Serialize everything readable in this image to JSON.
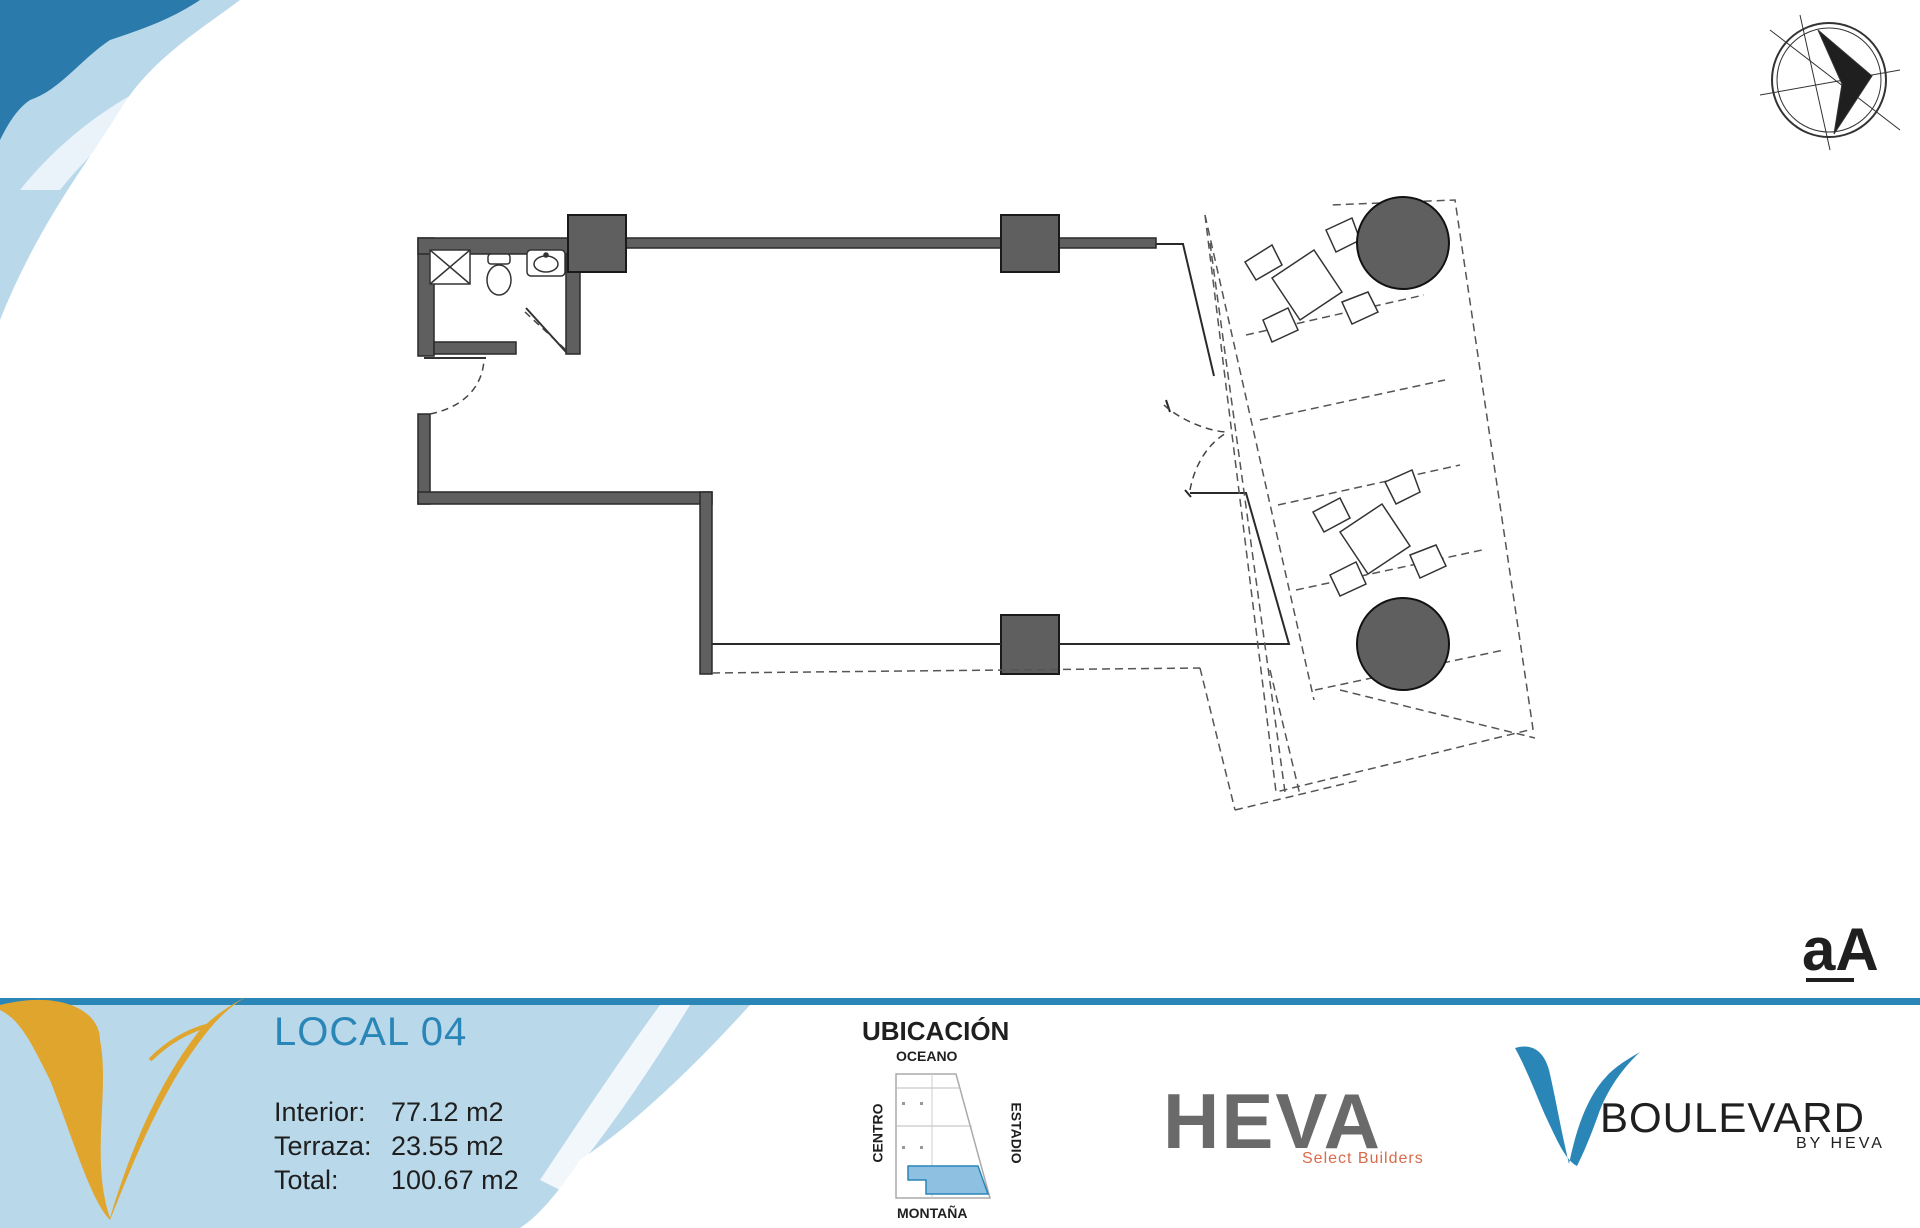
{
  "unit": {
    "title": "LOCAL 04",
    "areas": [
      {
        "label": "Interior:",
        "value": "77.12 m2"
      },
      {
        "label": "Terraza:",
        "value": "23.55 m2"
      },
      {
        "label": "Total:",
        "value": "100.67 m2"
      }
    ]
  },
  "ubicacion": {
    "title": "UBICACIÓN",
    "north": "OCEANO",
    "south": "MONTAÑA",
    "west": "CENTRO",
    "east": "ESTADIO"
  },
  "brands": {
    "heva_word": "HEVA",
    "heva_tagline": "Select Builders",
    "boulevard_word": "BOULEVARD",
    "boulevard_by": "BY HEVA",
    "architect_mark": "aA"
  },
  "colors": {
    "brand_blue": "#2b86b8",
    "light_blue": "#b9d8ea",
    "gold": "#e0a52c",
    "wall": "#5f5f5f",
    "heva_orange": "#d96a4a"
  }
}
